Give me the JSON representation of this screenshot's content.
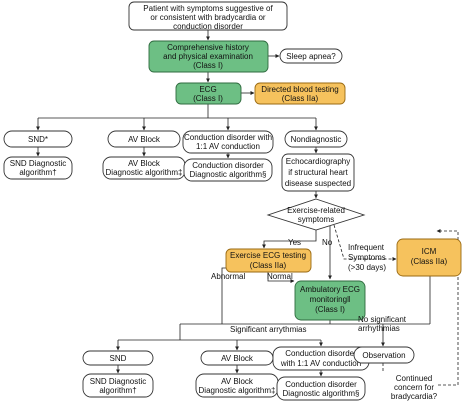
{
  "nodes": {
    "patient": [
      "Patient with symptoms suggestive of",
      "or consistent with bradycardia or",
      "conduction disorder"
    ],
    "history": [
      "Comprehensive history",
      "and physical examination",
      "(Class I)"
    ],
    "sleep": [
      "Sleep apnea?"
    ],
    "ecg": [
      "ECG",
      "(Class I)"
    ],
    "blood": [
      "Directed blood testing",
      "(Class IIa)"
    ],
    "snd1": [
      "SND*"
    ],
    "avblock1": [
      "AV Block"
    ],
    "conduction1": [
      "Conduction disorder with",
      "1:1 AV conduction"
    ],
    "nondiag": [
      "Nondiagnostic"
    ],
    "snd_algo1": [
      "SND Diagnostic",
      "algorithm†"
    ],
    "av_algo1": [
      "AV Block",
      "Diagnostic algorithm‡"
    ],
    "cond_algo1": [
      "Conduction disorder",
      "Diagnostic algorithm§"
    ],
    "echo": [
      "Echocardiography",
      "if structural heart",
      "disease suspected"
    ],
    "exercise_q": [
      "Exercise-related",
      "symptoms"
    ],
    "exercise_ecg": [
      "Exercise ECG testing",
      "(Class IIa)"
    ],
    "ambulatory": [
      "Ambulatory ECG",
      "monitoring‖",
      "(Class I)"
    ],
    "icm": [
      "ICM",
      "(Class IIa)"
    ],
    "snd2": [
      "SND"
    ],
    "avblock2": [
      "AV Block"
    ],
    "conduction2": [
      "Conduction disorder",
      "with 1:1 AV conduction"
    ],
    "observation": [
      "Observation"
    ],
    "snd_algo2": [
      "SND Diagnostic",
      "algorithm†"
    ],
    "av_algo2": [
      "AV Block",
      "Diagnostic algorithm‡"
    ],
    "cond_algo2": [
      "Conduction disorder",
      "Diagnostic algorithm§"
    ]
  },
  "labels": {
    "yes": "Yes",
    "no": "No",
    "abnormal": "Abnormal",
    "normal": "Normal",
    "infrequent": [
      "Infrequent",
      "Symptoms",
      "(>30 days)"
    ],
    "significant": "Significant arrythmias",
    "no_significant": [
      "No significant",
      "arrhythmias"
    ],
    "continued": [
      "Continued",
      "concern for",
      "bradycardia?"
    ]
  },
  "colors": {
    "green": "#6dbf84",
    "orange": "#f6c25d",
    "line": "#222222"
  }
}
